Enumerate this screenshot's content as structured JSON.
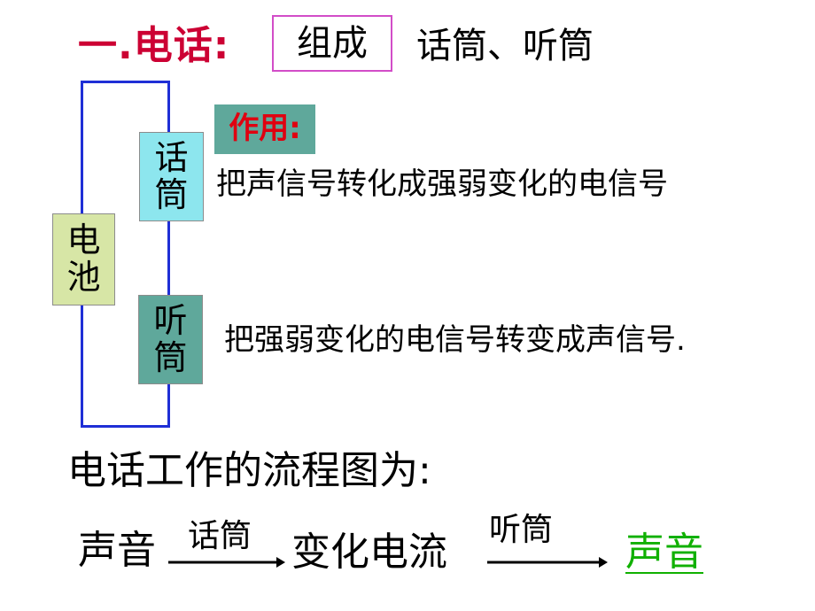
{
  "section": {
    "title": "一.电话:",
    "composition_label": "组成",
    "composition_parts": "话筒、听筒"
  },
  "circuit": {
    "battery": [
      "电",
      "池"
    ],
    "microphone": [
      "话",
      "筒"
    ],
    "receiver": [
      "听",
      "筒"
    ],
    "role_label": "作用:",
    "microphone_desc": "把声信号转化成强弱变化的电信号",
    "receiver_desc": "把强弱变化的电信号转变成声信号."
  },
  "flow": {
    "title": "电话工作的流程图为:",
    "start": "声音",
    "arrow1_label": "话筒",
    "middle": "变化电流",
    "arrow2_label": "听筒",
    "end": "声音"
  },
  "colors": {
    "title": "#cc0033",
    "wire": "#1f2fd6",
    "battery_bg": "#d7e6a6",
    "microphone_bg": "#8de6ee",
    "receiver_bg": "#5fa89b",
    "role_label_bg": "#5fa89b",
    "end_text": "#10b000"
  }
}
